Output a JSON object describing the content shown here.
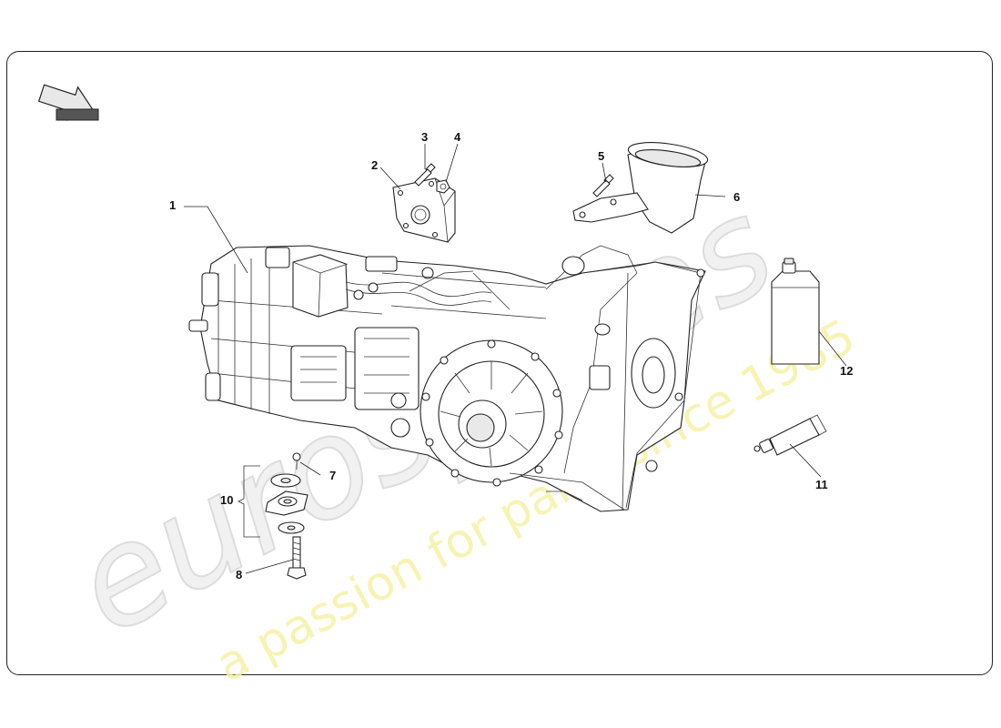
{
  "watermark": {
    "logo": "eurospares",
    "tagline": "a passion for parts since 1985"
  },
  "callouts": [
    {
      "id": "1",
      "label": "1"
    },
    {
      "id": "2",
      "label": "2"
    },
    {
      "id": "3",
      "label": "3"
    },
    {
      "id": "4",
      "label": "4"
    },
    {
      "id": "5",
      "label": "5"
    },
    {
      "id": "6",
      "label": "6"
    },
    {
      "id": "7",
      "label": "7"
    },
    {
      "id": "8",
      "label": "8"
    },
    {
      "id": "10",
      "label": "10"
    },
    {
      "id": "11",
      "label": "11"
    },
    {
      "id": "12",
      "label": "12"
    }
  ],
  "icons": {
    "direction": "direction-arrow-icon"
  },
  "colors": {
    "line": "#222222",
    "watermark_logo": "#dcdcdc",
    "watermark_tagline": "#f6f2a6"
  }
}
